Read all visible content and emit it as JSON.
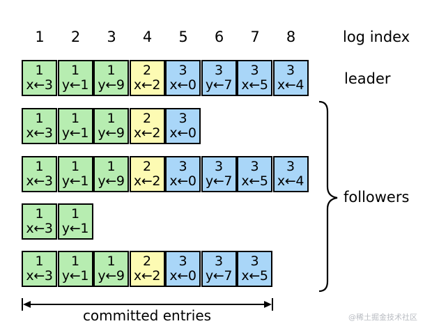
{
  "log_indices": [
    "1",
    "2",
    "3",
    "4",
    "5",
    "6",
    "7",
    "8"
  ],
  "labels": {
    "log_index": "log index",
    "leader": "leader",
    "followers": "followers",
    "committed": "committed entries"
  },
  "term_colors": {
    "1": "#b7edb1",
    "2": "#fdfbb3",
    "3": "#a9d6f8"
  },
  "rows": [
    {
      "role": "leader",
      "entries": [
        {
          "term": "1",
          "cmd": "x←3"
        },
        {
          "term": "1",
          "cmd": "y←1"
        },
        {
          "term": "1",
          "cmd": "y←9"
        },
        {
          "term": "2",
          "cmd": "x←2"
        },
        {
          "term": "3",
          "cmd": "x←0"
        },
        {
          "term": "3",
          "cmd": "y←7"
        },
        {
          "term": "3",
          "cmd": "x←5"
        },
        {
          "term": "3",
          "cmd": "x←4"
        }
      ]
    },
    {
      "role": "follower",
      "entries": [
        {
          "term": "1",
          "cmd": "x←3"
        },
        {
          "term": "1",
          "cmd": "y←1"
        },
        {
          "term": "1",
          "cmd": "y←9"
        },
        {
          "term": "2",
          "cmd": "x←2"
        },
        {
          "term": "3",
          "cmd": "x←0"
        }
      ]
    },
    {
      "role": "follower",
      "entries": [
        {
          "term": "1",
          "cmd": "x←3"
        },
        {
          "term": "1",
          "cmd": "y←1"
        },
        {
          "term": "1",
          "cmd": "y←9"
        },
        {
          "term": "2",
          "cmd": "x←2"
        },
        {
          "term": "3",
          "cmd": "x←0"
        },
        {
          "term": "3",
          "cmd": "y←7"
        },
        {
          "term": "3",
          "cmd": "x←5"
        },
        {
          "term": "3",
          "cmd": "x←4"
        }
      ]
    },
    {
      "role": "follower",
      "entries": [
        {
          "term": "1",
          "cmd": "x←3"
        },
        {
          "term": "1",
          "cmd": "y←1"
        }
      ]
    },
    {
      "role": "follower",
      "entries": [
        {
          "term": "1",
          "cmd": "x←3"
        },
        {
          "term": "1",
          "cmd": "y←1"
        },
        {
          "term": "1",
          "cmd": "y←9"
        },
        {
          "term": "2",
          "cmd": "x←2"
        },
        {
          "term": "3",
          "cmd": "x←0"
        },
        {
          "term": "3",
          "cmd": "y←7"
        },
        {
          "term": "3",
          "cmd": "x←5"
        }
      ]
    }
  ],
  "committed_through_index": 7,
  "watermark": "@稀土掘金技术社区"
}
